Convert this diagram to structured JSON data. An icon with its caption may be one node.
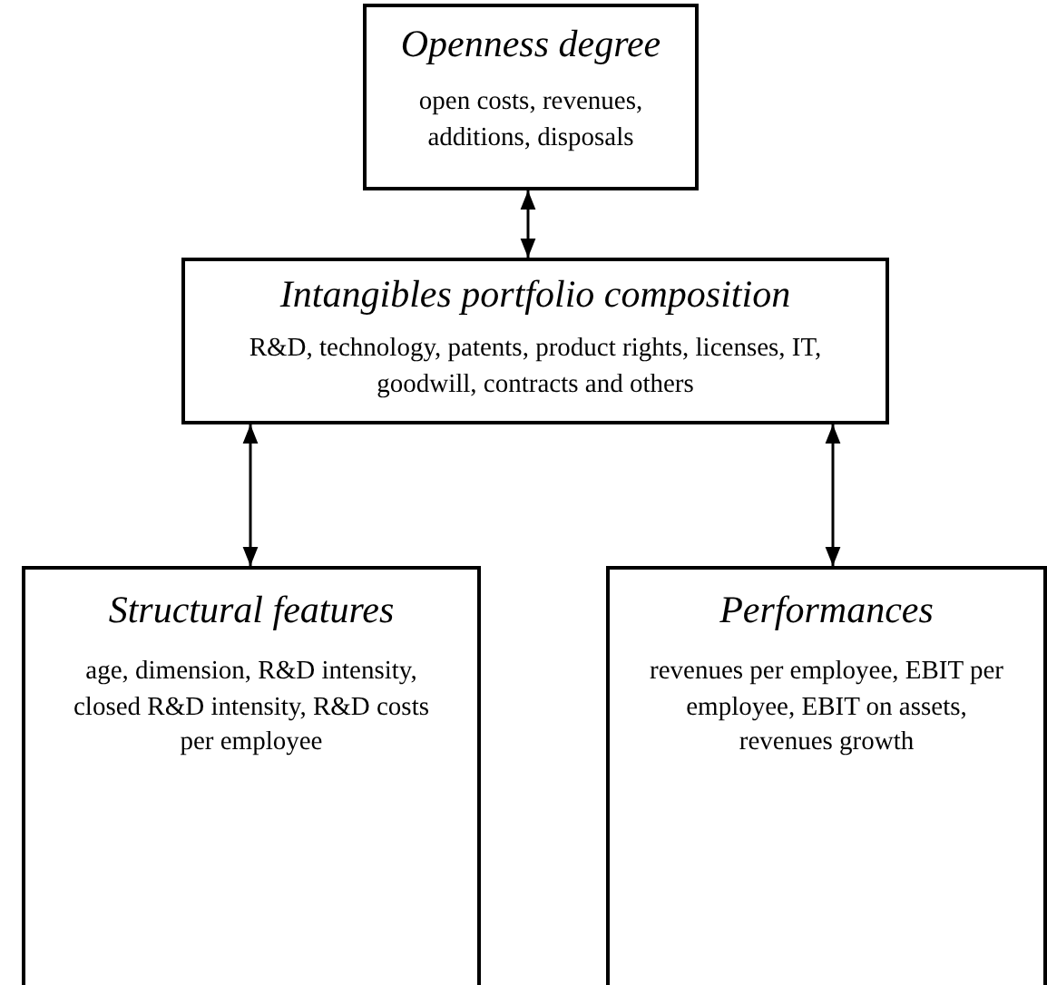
{
  "diagram": {
    "nodes": [
      {
        "text": [
          "Openness degree",
          "open costs, revenues, additions, disposals"
        ]
      },
      {
        "text": [
          "Intangibles portfolio composition",
          "R&D, technology, patents, product rights, licenses, IT, goodwill, contracts and others"
        ]
      },
      {
        "text": [
          "Structural features",
          "age, dimension, R&D intensity, closed R&D intensity, R&D costs per employee"
        ]
      },
      {
        "text": [
          "Performances",
          "revenues per employee, EBIT per employee, EBIT on assets, revenues growth"
        ]
      }
    ],
    "edges": [
      {
        "from": 0,
        "to": 1,
        "arrow": "both"
      },
      {
        "from": 1,
        "to": 2,
        "arrow": "both"
      },
      {
        "from": 1,
        "to": 3,
        "arrow": "both"
      }
    ]
  }
}
